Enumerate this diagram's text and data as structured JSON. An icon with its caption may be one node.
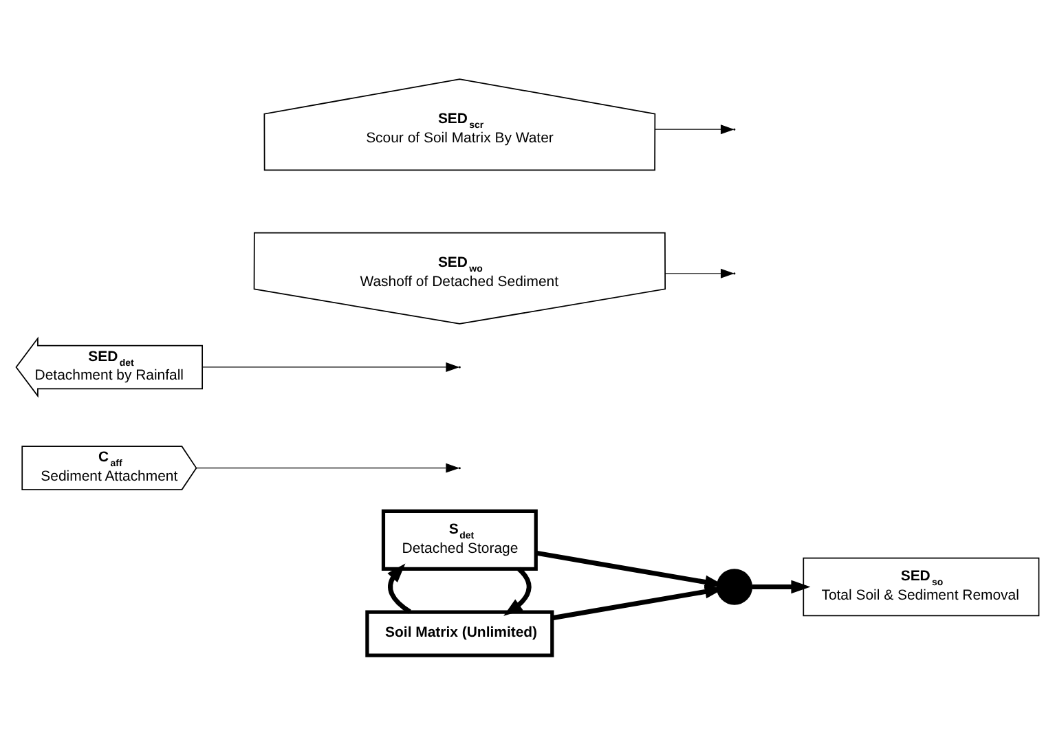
{
  "diagram": {
    "nodes": [
      {
        "text": [
          "S$_{det}$",
          "Detached Storage"
        ]
      },
      {
        "text": [
          "C$_{aff}$",
          "Sediment Attachment"
        ]
      },
      {
        "text": [
          "SED$_{det}$",
          "Detachment by Rainfall"
        ]
      },
      {
        "text": [
          "Soil Matrix (Unlimited)"
        ]
      },
      {
        "text": [
          "SED$_{wo}$",
          "Washoff of Detached Sediment"
        ]
      },
      {
        "text": [],
        "shape": "circle"
      },
      {
        "text": [
          "SED$_{so}$",
          "Total Soil & Sediment Removal"
        ]
      },
      {
        "text": [
          "SED$_{scr}$",
          "Scour of Soil Matrix By Water"
        ]
      }
    ],
    "edges": [
      {
        "from": 0,
        "to": 3,
        "arrow": "to"
      },
      {
        "from": 3,
        "to": 0,
        "arrow": "to"
      },
      {
        "from": 1,
        "to": null,
        "arrow": "to"
      },
      {
        "from": 2,
        "to": null,
        "arrow": "to"
      },
      {
        "from": 0,
        "to": 5,
        "arrow": "to"
      },
      {
        "from": 3,
        "to": 5,
        "arrow": "to"
      },
      {
        "from": 4,
        "to": null,
        "arrow": "to"
      },
      {
        "from": 7,
        "to": null,
        "arrow": "to"
      },
      {
        "from": 5,
        "to": 6,
        "arrow": "to"
      }
    ]
  }
}
